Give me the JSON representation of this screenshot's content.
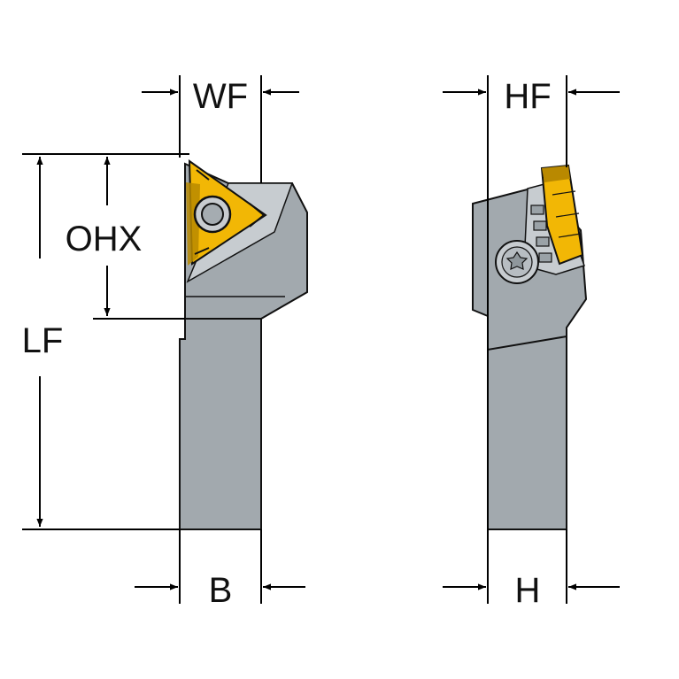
{
  "labels": {
    "wf": "WF",
    "ohx": "OHX",
    "lf": "LF",
    "b": "B",
    "hf": "HF",
    "h": "H"
  },
  "colors": {
    "body": "#a2a9ae",
    "body_light": "#c7ccd0",
    "outline": "#111111",
    "insert": "#f2b705",
    "insert_dark": "#b98900",
    "line": "#000000"
  },
  "icons": {
    "insert": "threading-insert-icon",
    "screw": "torx-screw-icon",
    "arrow": "dimension-arrow-icon"
  }
}
